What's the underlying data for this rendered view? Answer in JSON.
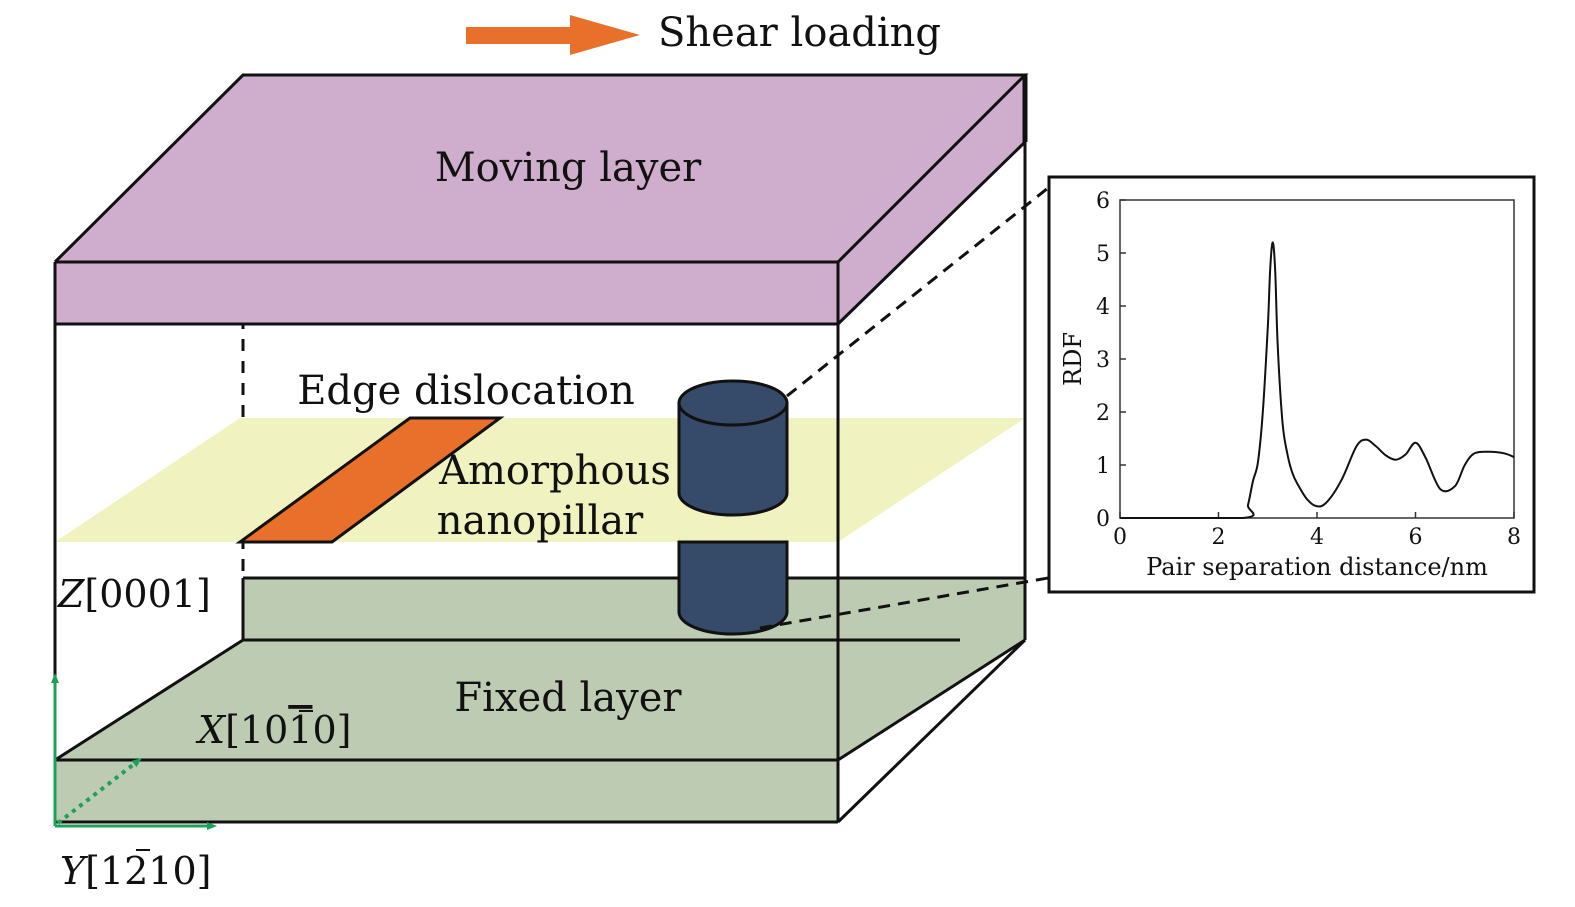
{
  "legend": {
    "arrow_label": "Shear loading"
  },
  "labels": {
    "moving_layer": "Moving layer",
    "fixed_layer": "Fixed layer",
    "edge_dislocation": "Edge dislocation",
    "amorphous_line1": "Amorphous",
    "amorphous_line2": "nanopillar"
  },
  "axes3d": {
    "z": {
      "letter": "Z",
      "index": "[0001]"
    },
    "x": {
      "letter": "X",
      "index_pre": "[10",
      "index_bar": "1",
      "index_post": "0]"
    },
    "y": {
      "letter": "Y",
      "index_pre": "[1",
      "index_bar": "2",
      "index_post": "10]"
    }
  },
  "colors": {
    "moving_layer": "#cfaecd",
    "fixed_layer": "#bccbb2",
    "slip_plane": "#f0f3bf",
    "dislocation": "#e8702a",
    "nanopillar": "#364b69",
    "axis_arrows": "#1ea05a",
    "shear_arrow": "#e8702a"
  },
  "chart_data": {
    "type": "line",
    "xlabel": "Pair separation distance/nm",
    "ylabel": "RDF",
    "xlim": [
      0,
      8
    ],
    "ylim": [
      0,
      6
    ],
    "xticks": [
      0,
      2,
      4,
      6,
      8
    ],
    "yticks": [
      0,
      1,
      2,
      3,
      4,
      5,
      6
    ],
    "x": [
      2.5,
      2.6,
      2.7,
      2.8,
      2.9,
      3.0,
      3.05,
      3.1,
      3.15,
      3.2,
      3.3,
      3.4,
      3.5,
      3.6,
      3.8,
      4.0,
      4.2,
      4.5,
      4.8,
      5.0,
      5.2,
      5.4,
      5.6,
      5.8,
      6.0,
      6.2,
      6.5,
      6.8,
      7.0,
      7.2,
      7.5,
      7.8,
      8.0
    ],
    "y": [
      0,
      0.25,
      0.7,
      1.05,
      2.0,
      3.6,
      4.7,
      5.2,
      4.7,
      3.3,
      1.8,
      1.2,
      0.85,
      0.65,
      0.35,
      0.22,
      0.3,
      0.72,
      1.35,
      1.48,
      1.35,
      1.18,
      1.1,
      1.2,
      1.42,
      1.15,
      0.55,
      0.6,
      1.0,
      1.22,
      1.25,
      1.22,
      1.15
    ]
  }
}
